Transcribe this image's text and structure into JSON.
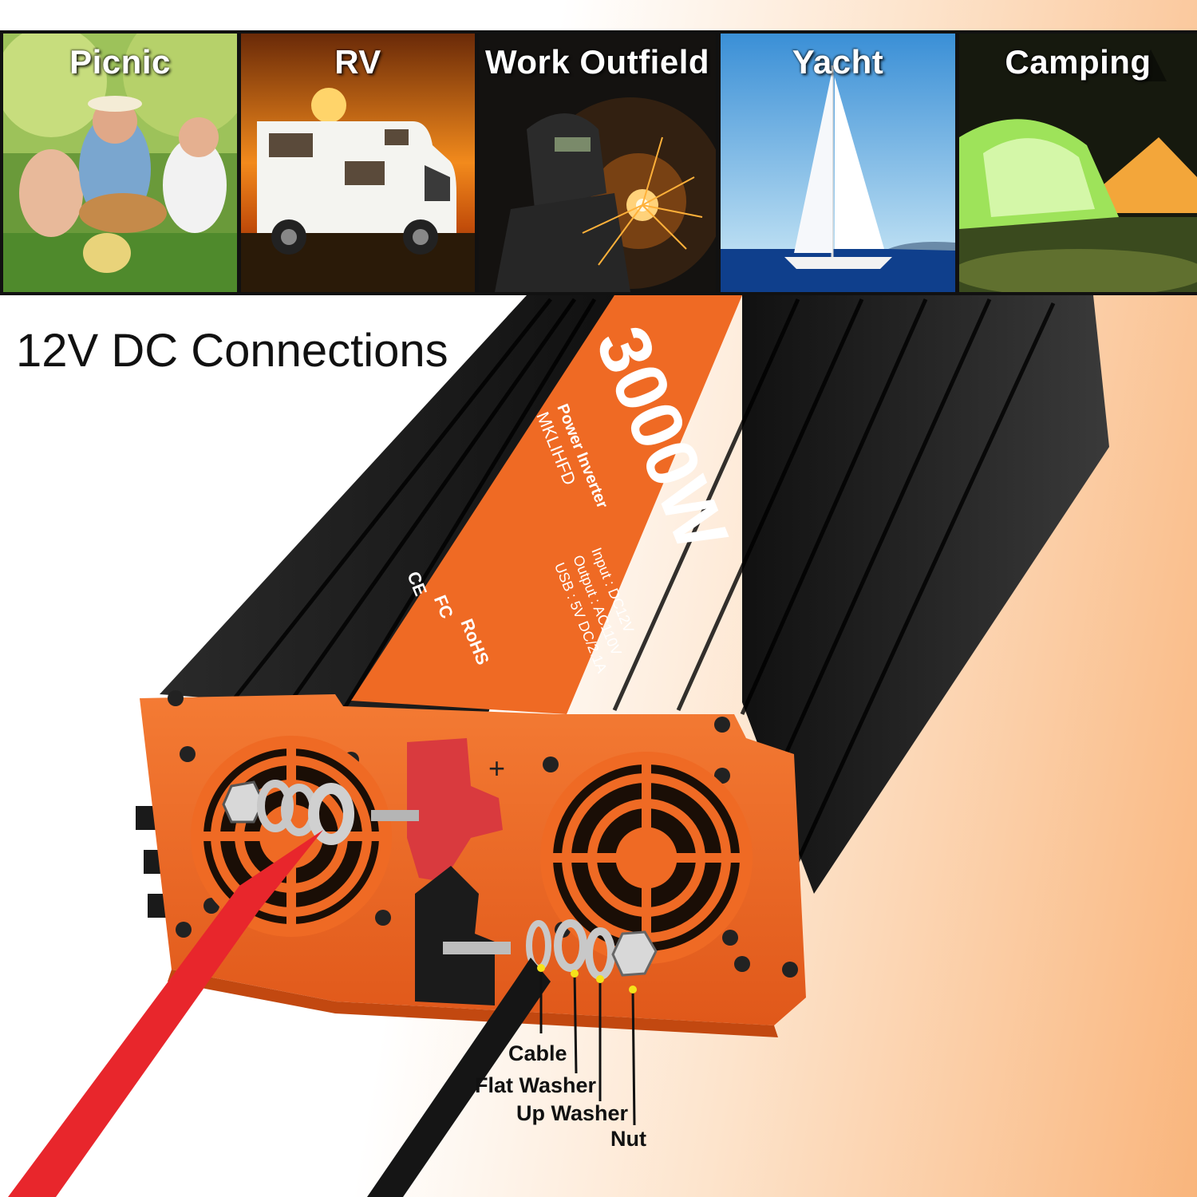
{
  "panels": [
    {
      "label": "Picnic"
    },
    {
      "label": "RV"
    },
    {
      "label": "Work Outfield"
    },
    {
      "label": "Yacht"
    },
    {
      "label": "Camping"
    }
  ],
  "heading": "12V DC Connections",
  "product": {
    "brand": "MKLIHFD",
    "wattage": "3000W",
    "subtitle": "Power Inverter",
    "spec_input": "Input : DC12V",
    "spec_output": "Output : AC110V",
    "spec_usb": "USB : 5V DC/2.1A",
    "cert_ce": "CE",
    "cert_fc": "FC",
    "cert_rohs": "RoHS",
    "polarity": "+"
  },
  "legend": {
    "cable": "Cable",
    "flat_washer": "Flat Washer",
    "up_washer": "Up Washer",
    "nut": "Nut"
  },
  "colors": {
    "accent": "#f06a26",
    "heatsink": "#1c1c1c",
    "cable_red": "#e8262c",
    "marker": "#f5e31a"
  }
}
